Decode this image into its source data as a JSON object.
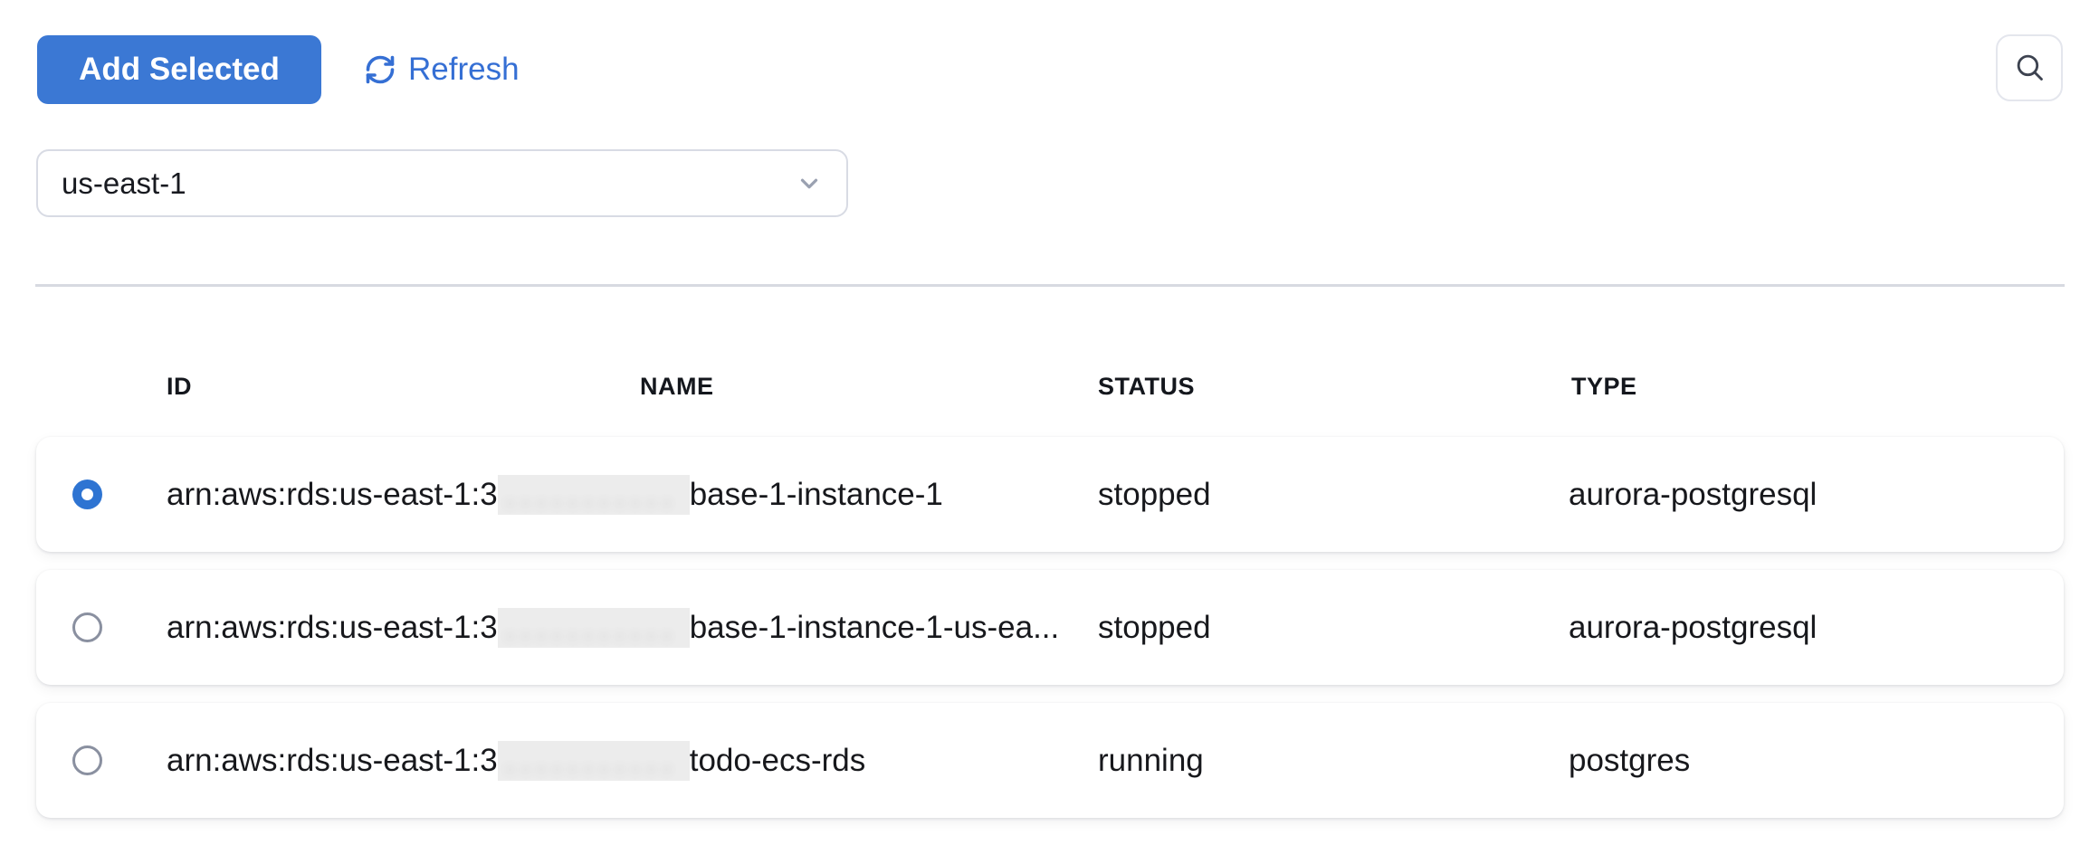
{
  "toolbar": {
    "add_selected_label": "Add Selected",
    "refresh_label": "Refresh"
  },
  "region_select": {
    "value": "us-east-1"
  },
  "table": {
    "columns": [
      "ID",
      "NAME",
      "STATUS",
      "TYPE"
    ],
    "rows": [
      {
        "selected": true,
        "id_prefix": "arn:aws:rds:us-east-1:3",
        "id_redacted": true,
        "id_suffix": "base-1-instance-1",
        "status": "stopped",
        "type": "aurora-postgresql"
      },
      {
        "selected": false,
        "id_prefix": "arn:aws:rds:us-east-1:3",
        "id_redacted": true,
        "id_suffix": "base-1-instance-1-us-ea...",
        "status": "stopped",
        "type": "aurora-postgresql"
      },
      {
        "selected": false,
        "id_prefix": "arn:aws:rds:us-east-1:3",
        "id_redacted": true,
        "id_suffix": "todo-ecs-rds",
        "status": "running",
        "type": "postgres"
      }
    ]
  },
  "colors": {
    "primary_button": "#3b78d4",
    "link_blue": "#356fd4",
    "radio_checked": "#2e74d2",
    "text": "#17181c",
    "header_text": "#14171d",
    "border_gray": "#d8dbe4",
    "divider": "#d7dae1",
    "redaction_bg": "#ececec"
  }
}
